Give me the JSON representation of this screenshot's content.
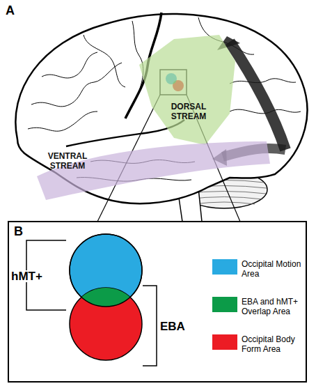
{
  "diagram": {
    "nodes": [
      {
        "text": [
          "DORSAL STREAM"
        ]
      },
      {
        "text": [
          "VENTRAL STREAM"
        ]
      }
    ],
    "labels": [
      "A",
      "B",
      "hMT+",
      "EBA"
    ],
    "legend": [
      {
        "text": "Occipital Motion Area",
        "color": "#29aae1"
      },
      {
        "text": "EBA and hMT+ Overlap Area",
        "color": "#0c9b48"
      },
      {
        "text": "Occipital Body Form Area",
        "color": "#ec1c24"
      }
    ]
  }
}
